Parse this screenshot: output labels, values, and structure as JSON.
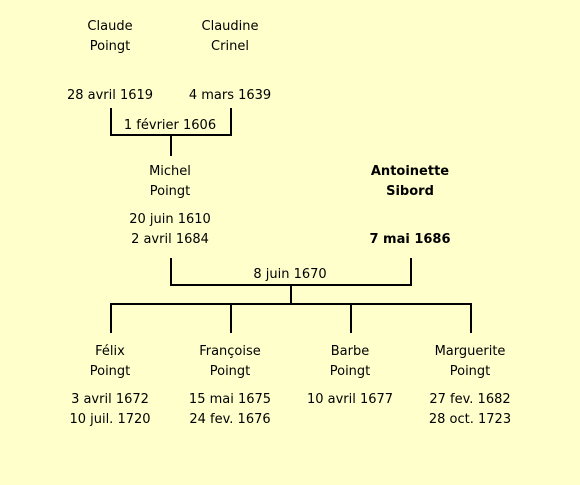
{
  "people": {
    "claude": {
      "first": "Claude",
      "last": "Poingt",
      "birth": "28 avril 1619"
    },
    "claudine": {
      "first": "Claudine",
      "last": "Crinel",
      "birth": "4 mars 1639"
    },
    "michel": {
      "first": "Michel",
      "last": "Poingt",
      "birth": "20 juin 1610",
      "death": "2 avril 1684"
    },
    "antoinette": {
      "first": "Antoinette",
      "last": "Sibord",
      "date": "7 mai 1686"
    },
    "felix": {
      "first": "Félix",
      "last": "Poingt",
      "birth": "3 avril 1672",
      "death": "10 juil. 1720"
    },
    "francoise": {
      "first": "Françoise",
      "last": "Poingt",
      "birth": "15 mai 1675",
      "death": "24 fev. 1676"
    },
    "barbe": {
      "first": "Barbe",
      "last": "Poingt",
      "birth": "10 avril 1677"
    },
    "marguerite": {
      "first": "Marguerite",
      "last": "Poingt",
      "birth": "27 fev. 1682",
      "death": "28 oct. 1723"
    }
  },
  "marriages": {
    "first": "1 février 1606",
    "second": "8 juin 1670"
  },
  "colors": {
    "background": "#ffffcc",
    "text": "#000000",
    "lines": "#000000"
  }
}
